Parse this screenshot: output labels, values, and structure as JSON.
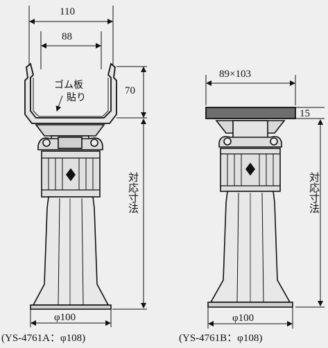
{
  "left_figure": {
    "dim_top_outer": "110",
    "dim_top_inner": "88",
    "dim_height_bracket": "70",
    "rubber_label_line1": "ゴム板",
    "rubber_label_line2": "貼り",
    "dim_base": "φ100",
    "dim_side_vertical": "対応寸法",
    "caption": "(YS-4761A：φ108)"
  },
  "right_figure": {
    "dim_top_plate": "89×103",
    "dim_plate_thickness": "15",
    "dim_base": "φ100",
    "dim_side_vertical": "対応寸法",
    "caption": "(YS-4761B：φ108)"
  }
}
